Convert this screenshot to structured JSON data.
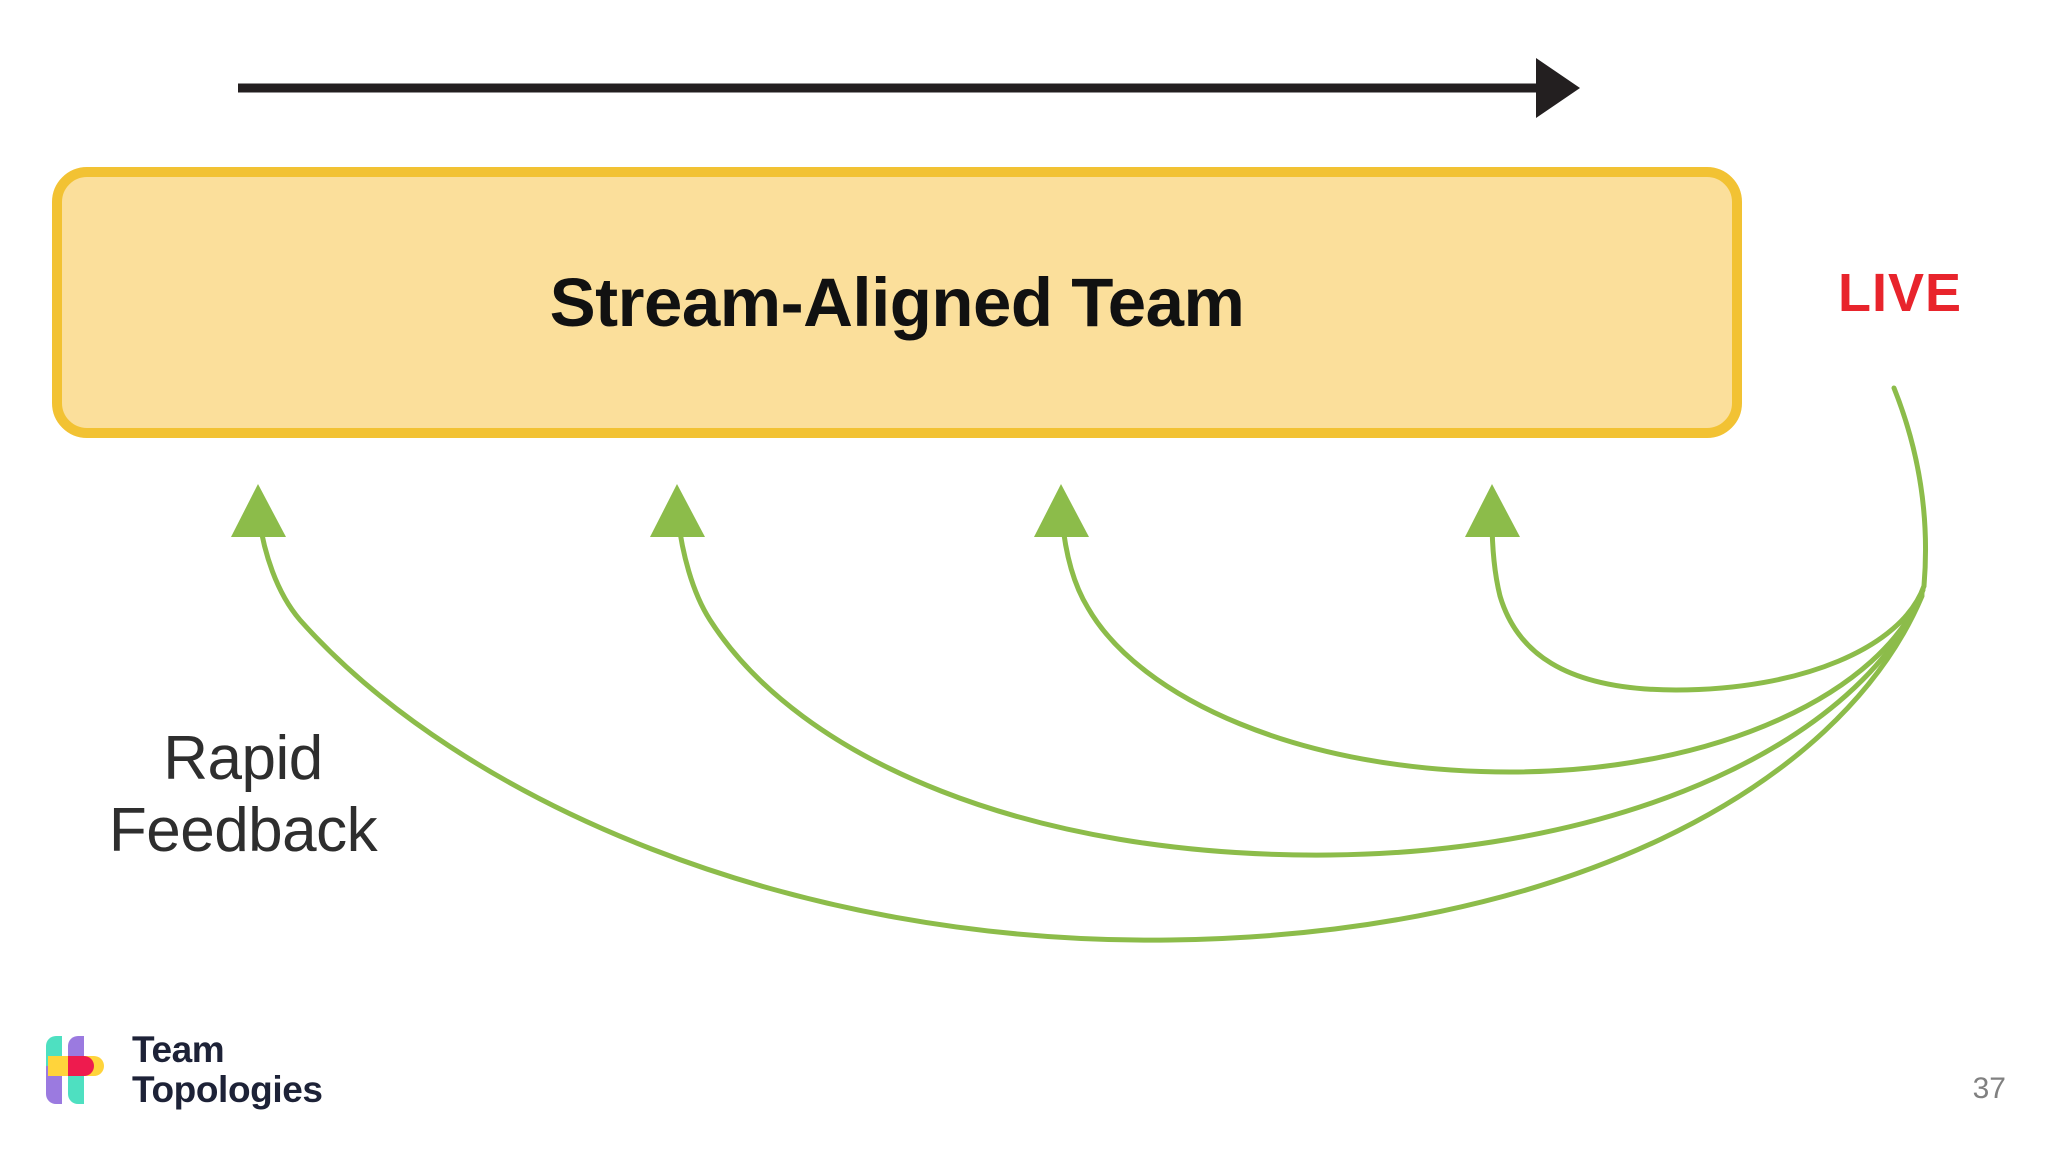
{
  "slide": {
    "background_color": "#ffffff",
    "page_number": "37"
  },
  "flow_arrow": {
    "name": "flow-of-change-arrow",
    "color": "#231f20",
    "direction": "left-to-right",
    "label": ""
  },
  "team_box": {
    "label": "Stream-Aligned Team",
    "fill_color": "#fbdf9b",
    "border_color": "#f2c233"
  },
  "live_marker": {
    "label": "LIVE",
    "color": "#e8242c"
  },
  "feedback": {
    "label_line_1": "Rapid",
    "label_line_2": "Feedback",
    "color": "#8cbc4a",
    "arrow_count": 4
  },
  "brand": {
    "line1": "Team",
    "line2": "Topologies",
    "text_color": "#1d2237",
    "mark_colors": {
      "teal": "#4ee0c1",
      "purple": "#9b7ae0",
      "yellow": "#ffd43b",
      "crimson": "#ee1b4e"
    }
  }
}
